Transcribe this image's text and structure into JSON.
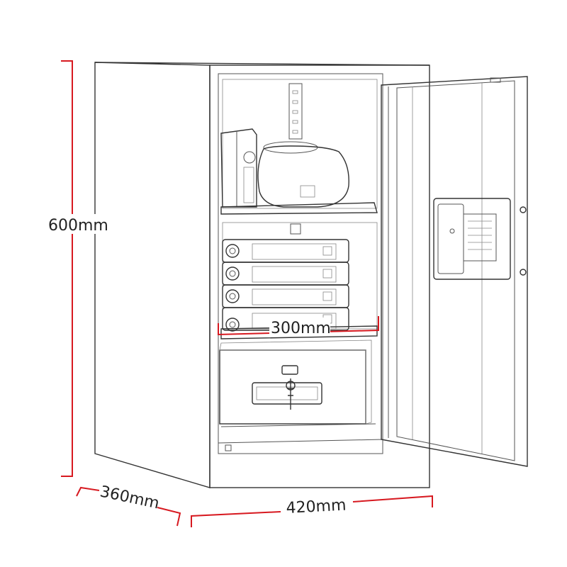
{
  "dimensions": {
    "height": "600mm",
    "depth": "360mm",
    "width": "420mm",
    "shelf_width": "300mm"
  },
  "colors": {
    "dimension_line": "#d71920",
    "outline": "#333333",
    "background": "#ffffff"
  }
}
